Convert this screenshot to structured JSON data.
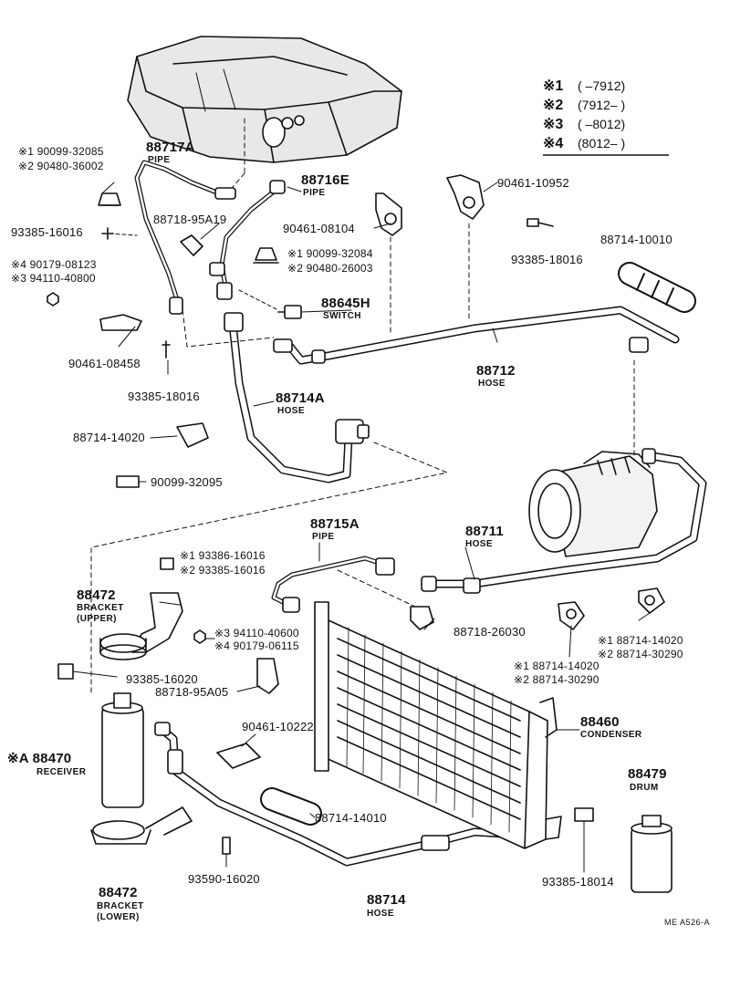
{
  "legend": [
    {
      "key": "※1",
      "range": "(      –7912)"
    },
    {
      "key": "※2",
      "range": "(7912–        )"
    },
    {
      "key": "※3",
      "range": "(      –8012)"
    },
    {
      "key": "※4",
      "range": "(8012–        )"
    }
  ],
  "labels": {
    "l_88717a": "88717A",
    "l_88717a_sub": "PIPE",
    "l_90099_32085": "※1 90099-32085",
    "l_90480_36002": "※2 90480-36002",
    "l_88716e": "88716E",
    "l_88716e_sub": "PIPE",
    "l_90461_10952": "90461-10952",
    "l_88718_95a19": "88718-95A19",
    "l_90461_08104": "90461-08104",
    "l_93385_16016a": "93385-16016",
    "l_93385_18016a": "93385-18016",
    "l_88714_10010": "88714-10010",
    "l_90099_32084": "※1 90099-32084",
    "l_90480_26003": "※2 90480-26003",
    "l_90179_08123": "※4 90179-08123",
    "l_94110_40800": "※3 94110-40800",
    "l_88645h": "88645H",
    "l_88645h_sub": "SWITCH",
    "l_90461_08458": "90461-08458",
    "l_88712": "88712",
    "l_88712_sub": "HOSE",
    "l_93385_18016b": "93385-18016",
    "l_88714a": "88714A",
    "l_88714a_sub": "HOSE",
    "l_88714_14020a": "88714-14020",
    "l_90099_32095": "90099-32095",
    "l_88715a": "88715A",
    "l_88715a_sub": "PIPE",
    "l_88711": "88711",
    "l_88711_sub": "HOSE",
    "l_93386_16016": "※1 93386-16016",
    "l_93385_16016b": "※2 93385-16016",
    "l_88472u": "88472",
    "l_88472u_sub1": "BRACKET",
    "l_88472u_sub2": "(UPPER)",
    "l_88718_26030": "88718-26030",
    "l_94110_40600": "※3 94110-40600",
    "l_90179_06115": "※4 90179-06115",
    "l_88714_14020b": "※1 88714-14020",
    "l_88714_30290b": "※2 88714-30290",
    "l_93385_16020": "93385-16020",
    "l_88714_14020c": "※1 88714-14020",
    "l_88714_30290c": "※2 88714-30290",
    "l_88718_95a05": "88718-95A05",
    "l_88460": "88460",
    "l_88460_sub": "CONDENSER",
    "l_90461_10222": "90461-10222",
    "l_88470": "※A 88470",
    "l_88470_sub": "RECEIVER",
    "l_88479": "88479",
    "l_88479_sub": "DRUM",
    "l_88714_14010": "88714-14010",
    "l_88472l": "88472",
    "l_88472l_sub1": "BRACKET",
    "l_88472l_sub2": "(LOWER)",
    "l_93590_16020": "93590-16020",
    "l_93385_18014": "93385-18014",
    "l_88714": "88714",
    "l_88714_sub": "HOSE",
    "ref_code": "ME  A526-A"
  }
}
